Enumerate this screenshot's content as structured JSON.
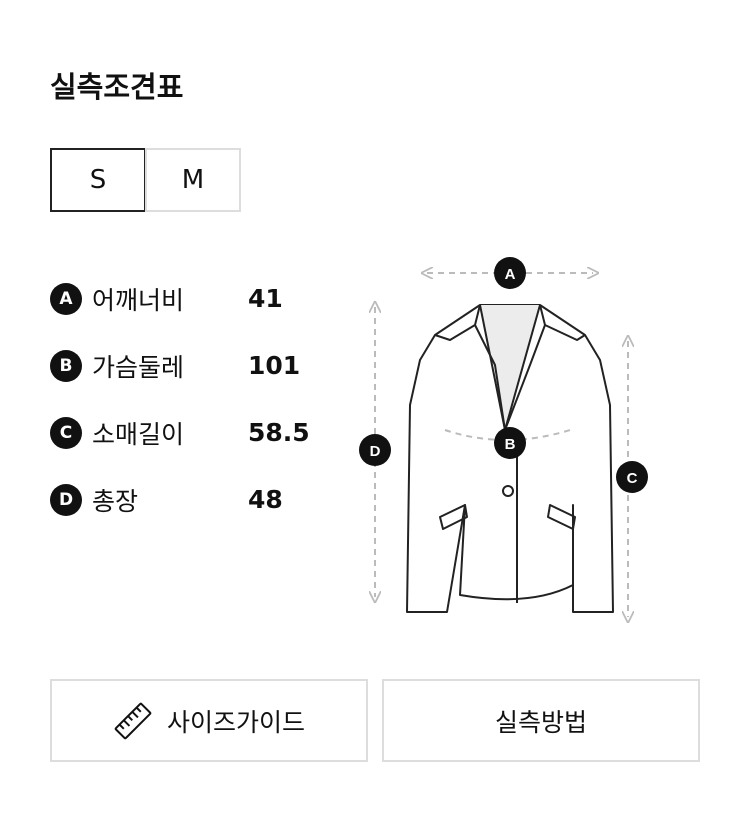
{
  "title": "실측조견표",
  "size_tabs": [
    "S",
    "M"
  ],
  "selected_size": "S",
  "measurements": [
    {
      "badge": "A",
      "label": "어깨너비",
      "value": "41"
    },
    {
      "badge": "B",
      "label": "가슴둘레",
      "value": "101"
    },
    {
      "badge": "C",
      "label": "소매길이",
      "value": "58.5"
    },
    {
      "badge": "D",
      "label": "총장",
      "value": "48"
    }
  ],
  "diagram": {
    "markers": [
      "A",
      "B",
      "C",
      "D"
    ],
    "icon": "jacket-outline"
  },
  "buttons": {
    "size_guide": {
      "label": "사이즈가이드",
      "icon": "ruler-icon"
    },
    "measure_method": {
      "label": "실측방법"
    }
  },
  "colors": {
    "border": "#dddddd",
    "active_border": "#222222",
    "badge": "#111111"
  }
}
